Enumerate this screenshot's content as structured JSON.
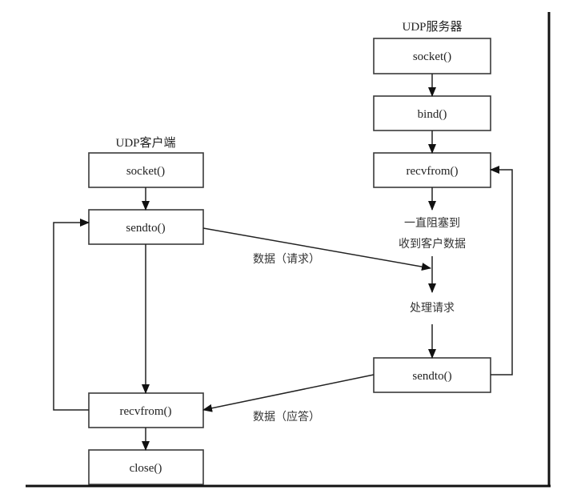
{
  "diagram": {
    "client": {
      "title": "UDP客户端",
      "steps": [
        "socket()",
        "sendto()",
        "recvfrom()",
        "close()"
      ]
    },
    "server": {
      "title": "UDP服务器",
      "steps": [
        "socket()",
        "bind()",
        "recvfrom()",
        "sendto()"
      ],
      "notes": {
        "block_line1": "一直阻塞到",
        "block_line2": "收到客户数据",
        "process": "处理请求"
      }
    },
    "messages": {
      "request": "数据（请求）",
      "response": "数据（应答）"
    },
    "colors": {
      "line": "#222222",
      "box_border": "#3a3a3a",
      "background": "#ffffff"
    }
  }
}
